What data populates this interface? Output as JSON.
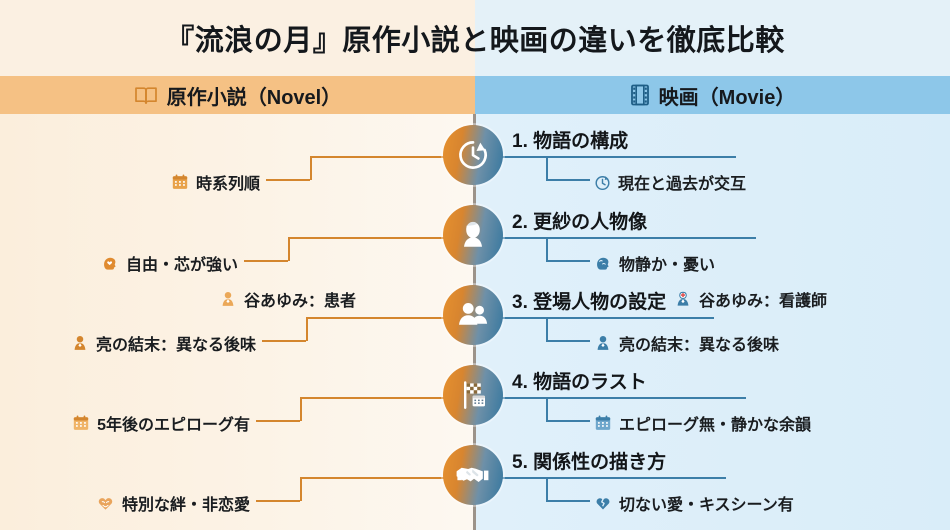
{
  "title": "『流浪の月』原作小説と映画の違いを徹底比較",
  "columns": {
    "left": {
      "label": "原作小説（Novel）",
      "icon": "open-book-icon",
      "color": "#F5C184"
    },
    "right": {
      "label": "映画（Movie）",
      "icon": "film-strip-icon",
      "color": "#8DC7E9"
    }
  },
  "colors": {
    "orange": "#D4862E",
    "blue": "#3C7EA8",
    "spine": "#9C938A",
    "title_band_left": "#FBF0E2",
    "title_band_right": "#E4F1F8",
    "body_left": "#FBEEDC",
    "body_right": "#E0F0FA"
  },
  "rows": [
    {
      "number": "1.",
      "title": "1. 物語の構成",
      "node_icon": "clock-rotate-icon",
      "left_items": [
        {
          "text": "時系列順",
          "icon": "calendar-icon"
        }
      ],
      "right_items": [
        {
          "text": "現在と過去が交互",
          "icon": "clock-icon"
        }
      ]
    },
    {
      "number": "2.",
      "title": "2. 更紗の人物像",
      "node_icon": "woman-avatar-icon",
      "left_items": [
        {
          "text": "自由・芯が強い",
          "icon": "head-heart-icon"
        }
      ],
      "right_items": [
        {
          "text": "物静か・憂い",
          "icon": "head-brain-icon"
        }
      ]
    },
    {
      "number": "3.",
      "title": "3. 登場人物の設定",
      "node_icon": "two-people-icon",
      "left_items": [
        {
          "text": "谷あゆみ：患者",
          "icon": "person-patient-icon"
        },
        {
          "text": "亮の結末：異なる後味",
          "icon": "person-man-icon"
        }
      ],
      "right_items": [
        {
          "text": "谷あゆみ：看護師",
          "icon": "person-nurse-icon"
        },
        {
          "text": "亮の結末：異なる後味",
          "icon": "person-man-icon"
        }
      ]
    },
    {
      "number": "4.",
      "title": "4. 物語のラスト",
      "node_icon": "checkered-flag-icon",
      "left_items": [
        {
          "text": "5年後のエピローグ有",
          "icon": "calendar-icon"
        }
      ],
      "right_items": [
        {
          "text": "エピローグ無・静かな余韻",
          "icon": "calendar-icon"
        }
      ]
    },
    {
      "number": "5.",
      "title": "5. 関係性の描き方",
      "node_icon": "handshake-icon",
      "left_items": [
        {
          "text": "特別な絆・非恋愛",
          "icon": "heart-hands-icon"
        }
      ],
      "right_items": [
        {
          "text": "切ない愛・キスシーン有",
          "icon": "broken-heart-icon"
        }
      ]
    }
  ]
}
